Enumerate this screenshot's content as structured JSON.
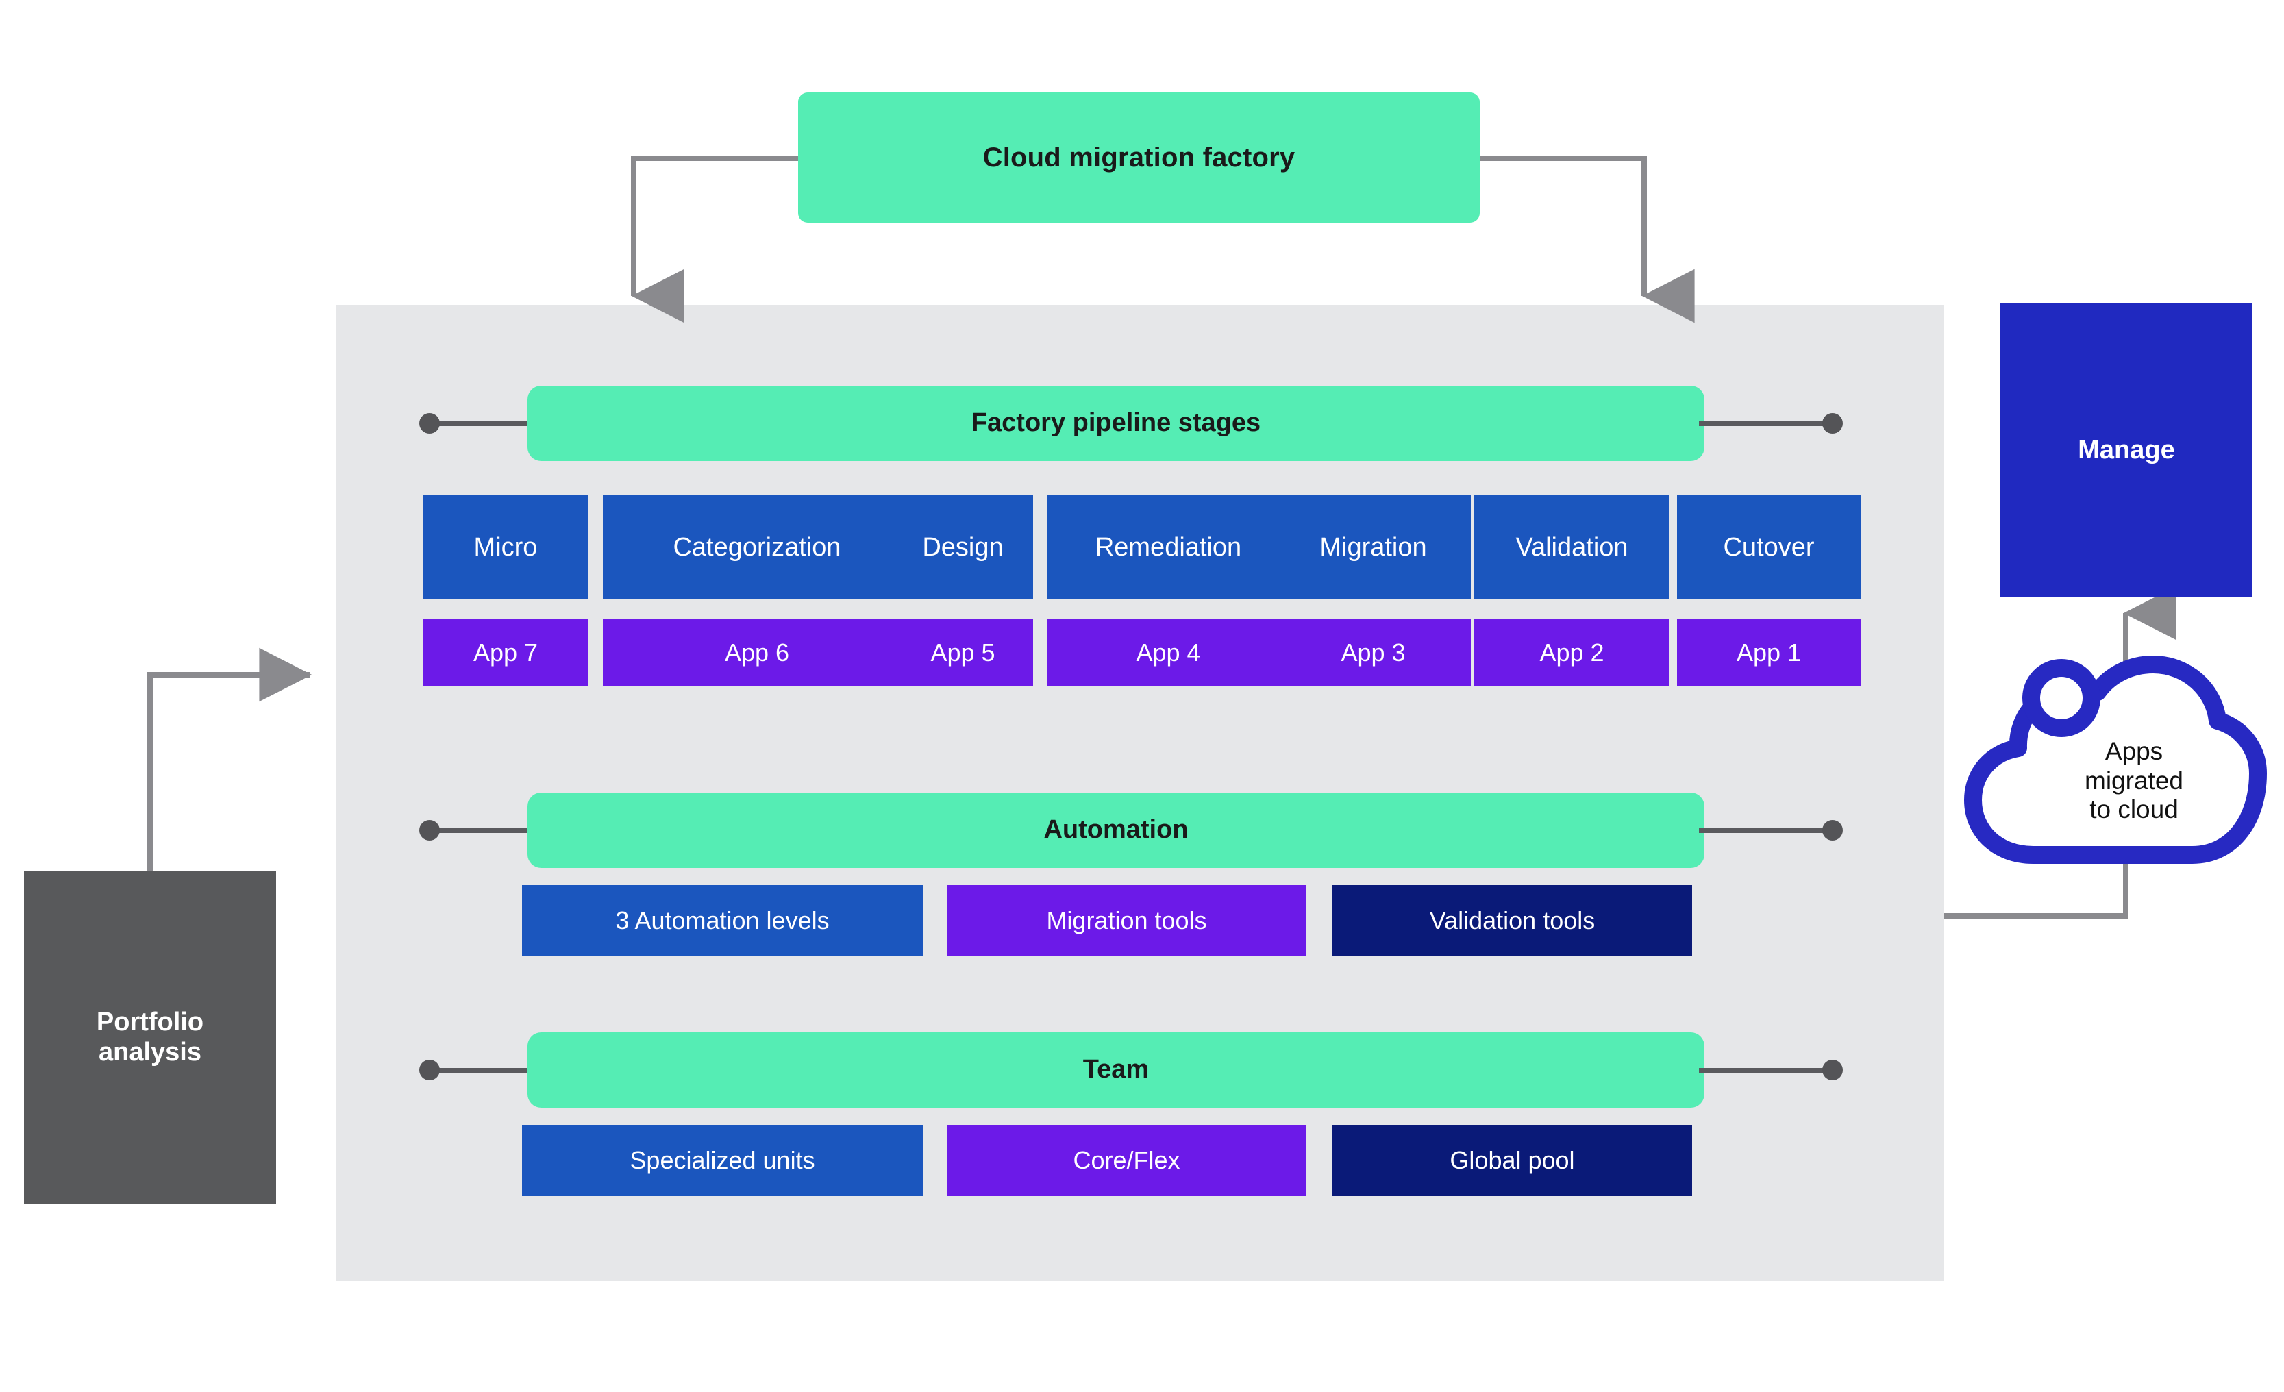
{
  "diagram": {
    "title_card": {
      "label": "Cloud migration factory"
    },
    "portfolio": {
      "line1": "Portfolio",
      "line2": "analysis"
    },
    "manage": {
      "label": "Manage"
    },
    "cloud": {
      "line1": "Apps",
      "line2": "migrated",
      "line3": "to cloud",
      "icon": "cloud-icon"
    },
    "sections": [
      {
        "key": "stages",
        "label": "Factory pipeline stages"
      },
      {
        "key": "automation",
        "label": "Automation"
      },
      {
        "key": "team",
        "label": "Team"
      }
    ],
    "pipeline_stages": [
      {
        "stage": "Micro",
        "app": "App 7"
      },
      {
        "stage": "Categorization",
        "app": "App 6"
      },
      {
        "stage": "Design",
        "app": "App 5"
      },
      {
        "stage": "Remediation",
        "app": "App 4"
      },
      {
        "stage": "Migration",
        "app": "App 3"
      },
      {
        "stage": "Validation",
        "app": "App 2"
      },
      {
        "stage": "Cutover",
        "app": "App 1"
      }
    ],
    "automation_items": [
      {
        "label": "3 Automation levels",
        "style": "blue"
      },
      {
        "label": "Migration tools",
        "style": "purple"
      },
      {
        "label": "Validation tools",
        "style": "navy"
      }
    ],
    "team_items": [
      {
        "label": "Specialized units",
        "style": "blue"
      },
      {
        "label": "Core/Flex",
        "style": "purple"
      },
      {
        "label": "Global pool",
        "style": "navy"
      }
    ],
    "colors": {
      "background": "#FFFFFF",
      "panel": "#E6E7E9",
      "accent_green": "#55EDB4",
      "stage_blue": "#1B56BE",
      "app_purple": "#6C1AE8",
      "navy": "#0A1A78",
      "manage_blue": "#2029C0",
      "portfolio_grey": "#58595B",
      "connector_grey": "#8A8A8E",
      "cloud_blue": "#2729C2"
    }
  }
}
